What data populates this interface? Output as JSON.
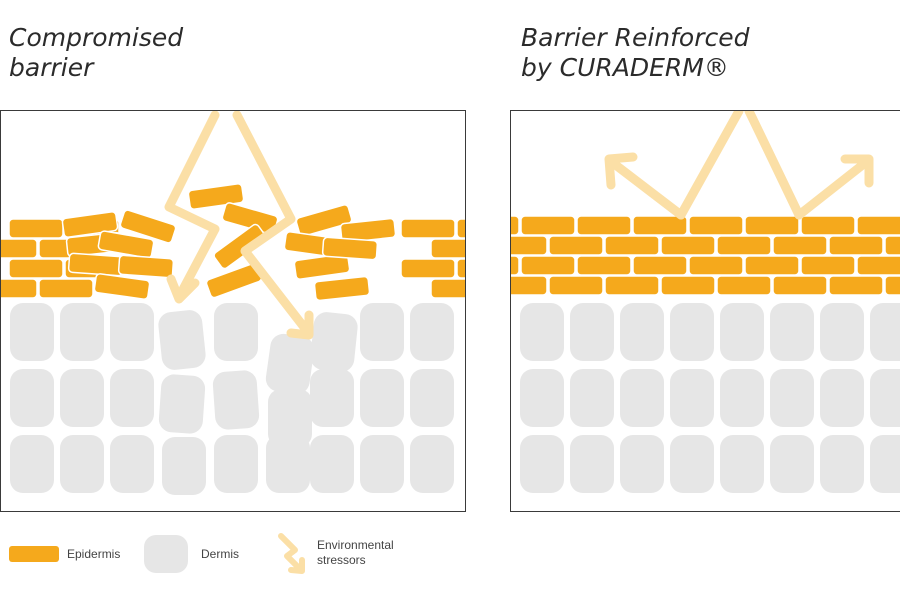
{
  "titles": {
    "left_line1": "Compromised",
    "left_line2": "barrier",
    "right_line1": "Barrier Reinforced",
    "right_line2": "by CURADERM®"
  },
  "legend": {
    "epidermis": "Epidermis",
    "dermis": "Dermis",
    "stressors_line1": "Environmental",
    "stressors_line2": "stressors"
  },
  "colors": {
    "epidermis": "#f5a91c",
    "epidermis_stroke": "#ffffff",
    "dermis": "#e6e6e6",
    "stressor": "#fbdfa6",
    "border": "#3a3a3a"
  }
}
